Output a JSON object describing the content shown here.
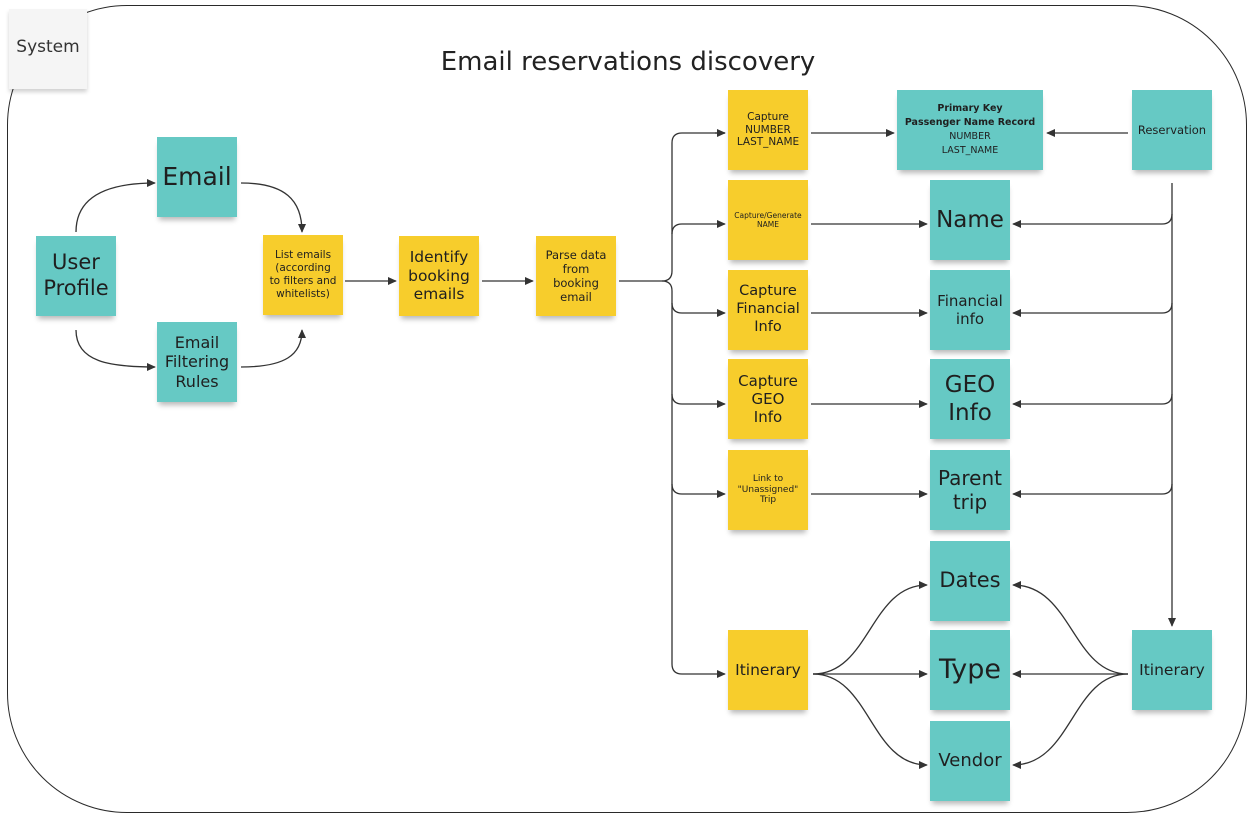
{
  "system_label": "System",
  "title": "Email reservations discovery",
  "notes": {
    "user_profile": "User\nProfile",
    "email": "Email",
    "email_filtering_rules": "Email\nFiltering\nRules",
    "list_emails": "List emails\n(according\nto filters and\nwhitelists)",
    "identify_booking_emails": "Identify\nbooking\nemails",
    "parse_data": "Parse data\nfrom\nbooking\nemail",
    "capture_number": "Capture\nNUMBER\nLAST_NAME",
    "capture_generate_name": "Capture/Generate\nNAME",
    "capture_financial_info": "Capture\nFinancial\nInfo",
    "capture_geo_info": "Capture\nGEO\nInfo",
    "link_unassigned_trip": "Link to\n\"Unassigned\"\nTrip",
    "itinerary_step": "Itinerary",
    "primary_key_line1": "Primary Key",
    "primary_key_line2": "Passenger Name Record",
    "primary_key_line3": "NUMBER",
    "primary_key_line4": "LAST_NAME",
    "name": "Name",
    "financial_info": "Financial\ninfo",
    "geo_info": "GEO\nInfo",
    "parent_trip": "Parent\ntrip",
    "dates": "Dates",
    "type": "Type",
    "vendor": "Vendor",
    "reservation": "Reservation",
    "itinerary_entity": "Itinerary"
  },
  "colors": {
    "teal_note": "#66c9c4",
    "yellow_note": "#f7cd2c",
    "connector": "#333333",
    "frame": "#2a2a2a"
  }
}
